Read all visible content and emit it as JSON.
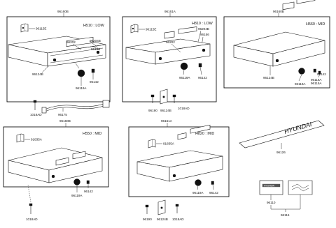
{
  "panels": {
    "h510": {
      "assembly": "96160B",
      "model": "H510 : LOW",
      "parts": [
        "96115E",
        "96202",
        "96204B",
        "96156",
        "96124B",
        "96119A",
        "96142"
      ]
    },
    "h810": {
      "assembly": "96161A",
      "model": "H810 : LOW",
      "parts": [
        "96115E",
        "96204B",
        "96156",
        "96202",
        "96119A",
        "96142"
      ]
    },
    "h560": {
      "assembly": "96160B",
      "model": "H560 : MID",
      "parts": [
        "96124B",
        "96119A",
        "96116A",
        "96115A",
        "96142"
      ]
    },
    "h550": {
      "assembly": "96160B",
      "model": "H550 : MID",
      "parts": [
        "91835A",
        "96142",
        "96119A"
      ]
    },
    "h820": {
      "assembly": "96161A",
      "model": "H820 : MID",
      "parts": [
        "91835A",
        "96119A",
        "96142"
      ]
    }
  },
  "loose_parts": {
    "screw_left": "1018AD",
    "harness": "96175",
    "bracket_group": [
      "96190",
      "96124B",
      "1018AD"
    ],
    "faceplate": "96126",
    "faceplate_text": "HYUNDAI",
    "screw_bottom_left": "1018AD",
    "bottom_group": [
      "96190",
      "96124B",
      "1018AD"
    ],
    "nameplate_1": "96110",
    "nameplate_1_text": "HYUNDAI",
    "nameplate_2": "96115"
  }
}
